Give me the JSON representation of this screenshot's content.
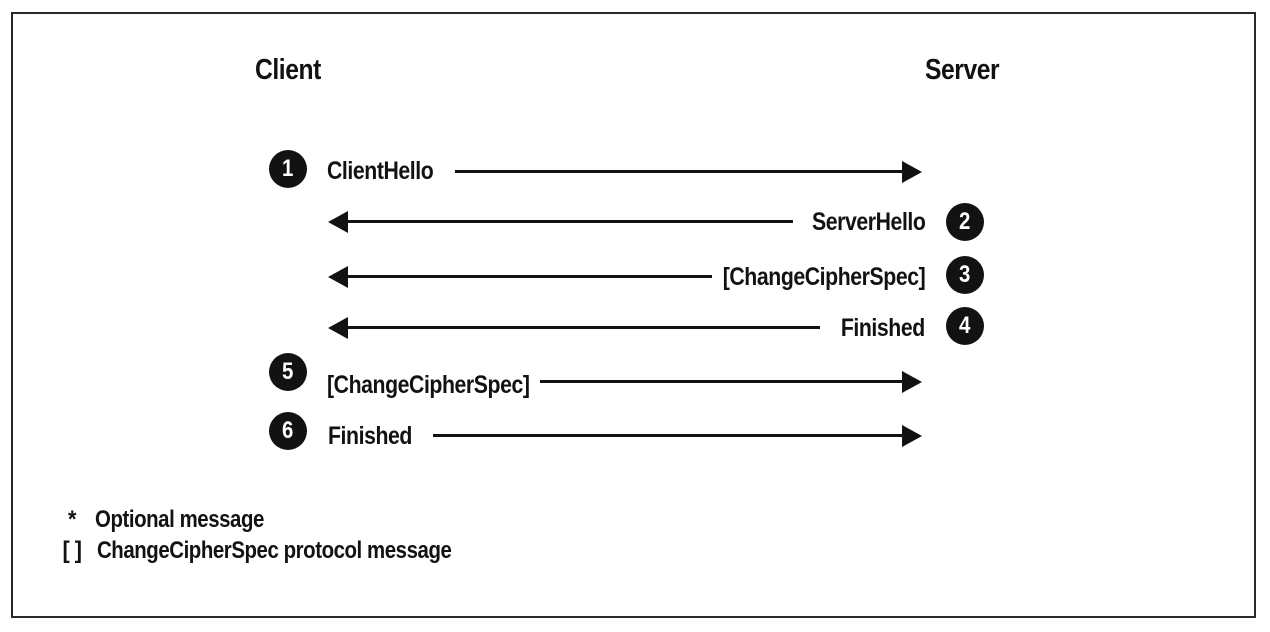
{
  "diagram": {
    "client_header": "Client",
    "server_header": "Server",
    "messages": [
      {
        "step": "1",
        "label": "ClientHello",
        "direction": "right",
        "sender": "client"
      },
      {
        "step": "2",
        "label": "ServerHello",
        "direction": "left",
        "sender": "server"
      },
      {
        "step": "3",
        "label": "[ChangeCipherSpec]",
        "direction": "left",
        "sender": "server"
      },
      {
        "step": "4",
        "label": "Finished",
        "direction": "left",
        "sender": "server"
      },
      {
        "step": "5",
        "label": "[ChangeCipherSpec]",
        "direction": "right",
        "sender": "client"
      },
      {
        "step": "6",
        "label": "Finished",
        "direction": "right",
        "sender": "client"
      }
    ],
    "legend": [
      {
        "symbol": "*",
        "text": "Optional message"
      },
      {
        "symbol": "[ ]",
        "text": "ChangeCipherSpec protocol message"
      }
    ],
    "colors": {
      "ink": "#121212",
      "border": "#2a2a2a",
      "background": "#ffffff"
    }
  }
}
